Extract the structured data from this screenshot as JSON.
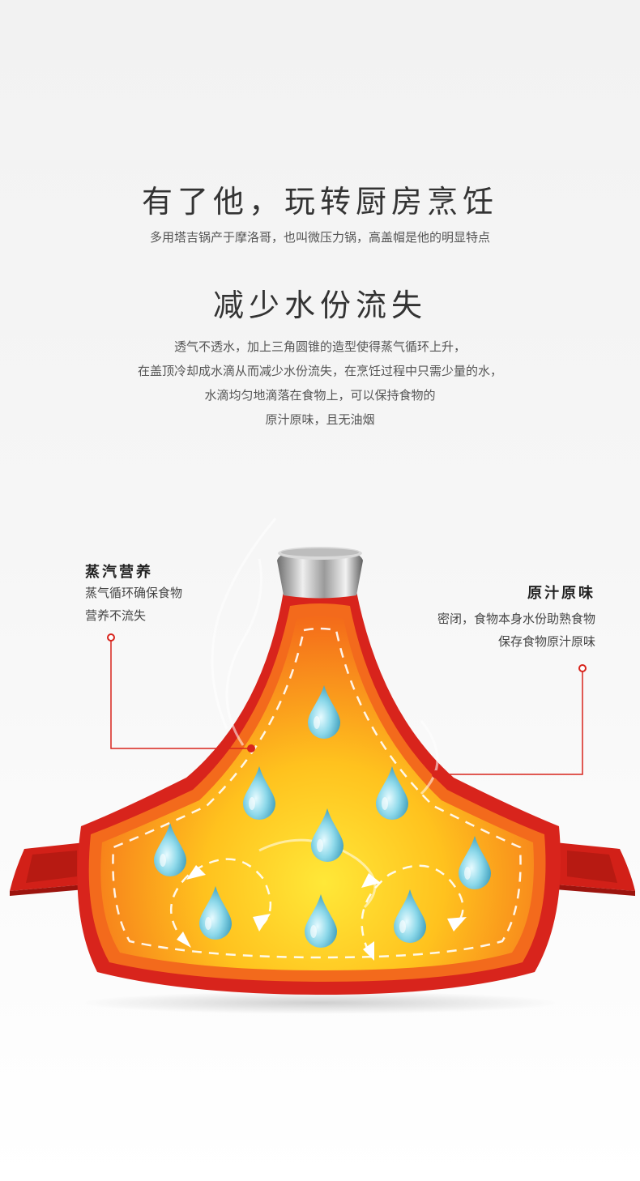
{
  "hero": {
    "title": "有了他，玩转厨房烹饪",
    "subtitle": "多用塔吉锅产于摩洛哥，也叫微压力锅，高盖帽是他的明显特点"
  },
  "feature": {
    "title": "减少水份流失",
    "lines": [
      "透气不透水，加上三角圆锥的造型使得蒸气循环上升，",
      "在盖顶冷却成水滴从而减少水份流失，在烹饪过程中只需少量的水，",
      "水滴均匀地滴落在食物上，可以保持食物的",
      "原汁原味，且无油烟"
    ]
  },
  "callouts": {
    "left": {
      "title": "蒸汽营养",
      "lines": [
        "蒸气循环确保食物",
        "营养不流失"
      ]
    },
    "right": {
      "title": "原汁原味",
      "lines": [
        "密闭，食物本身水份助熟食物",
        "保存食物原汁原味"
      ]
    }
  },
  "colors": {
    "pot_red": "#d8241c",
    "inner_orange": "#f57a1c",
    "inner_yellow": "#ffe23a",
    "drop_blue": "#5cc4dc",
    "callout_line": "#d8241c"
  },
  "icons": {
    "drop": "water-drop-icon",
    "knob": "lid-knob-icon"
  }
}
